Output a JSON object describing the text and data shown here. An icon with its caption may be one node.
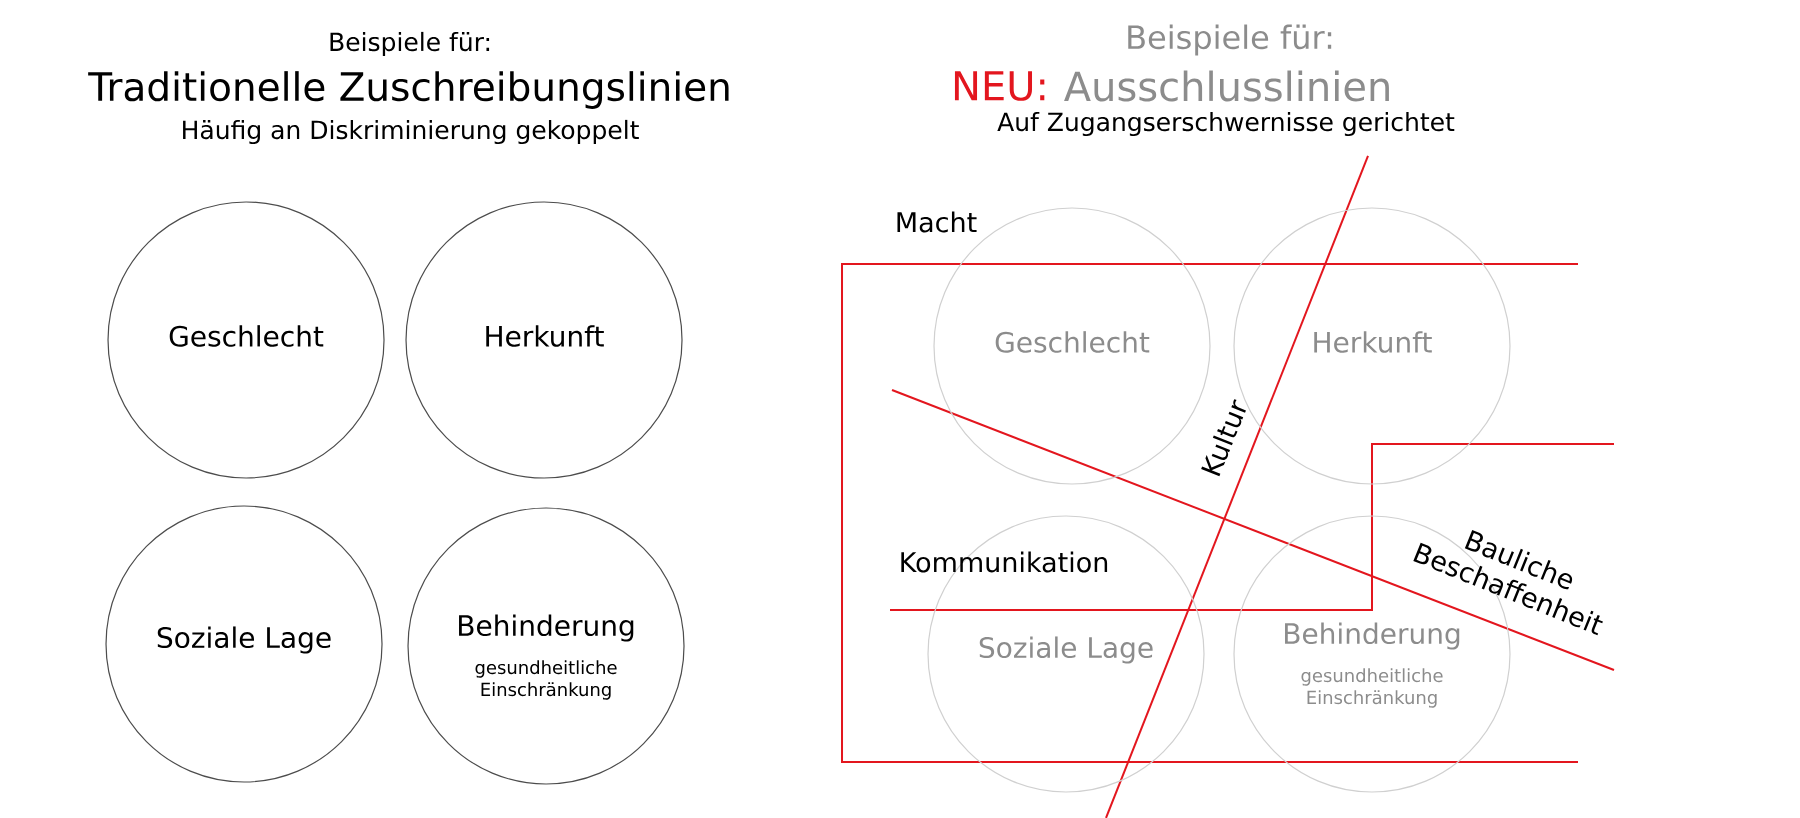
{
  "diagram": {
    "nodes": [
      {
        "text": [
          "Geschlecht"
        ]
      },
      {
        "text": [
          "Herkunft"
        ]
      },
      {
        "text": [
          "Soziale Lage"
        ]
      },
      {
        "text": [
          "Behinderung",
          "gesundheitliche Einschränkung"
        ]
      },
      {
        "text": [
          "Geschlecht"
        ]
      },
      {
        "text": [
          "Herkunft"
        ]
      },
      {
        "text": [
          "Soziale Lage"
        ]
      },
      {
        "text": [
          "Behinderung",
          "gesundheitliche Einschränkung"
        ]
      }
    ],
    "labels": [
      "Beispiele für:",
      "Traditionelle Zuschreibungslinien",
      "Häufig an Diskriminierung gekoppelt",
      "Beispiele für:",
      "NEU:",
      "Ausschlusslinien",
      "Auf Zugangserschwernisse gerichtet",
      "Macht",
      "Kultur",
      "Kommunikation",
      "Bauliche Beschaffenheit"
    ]
  }
}
